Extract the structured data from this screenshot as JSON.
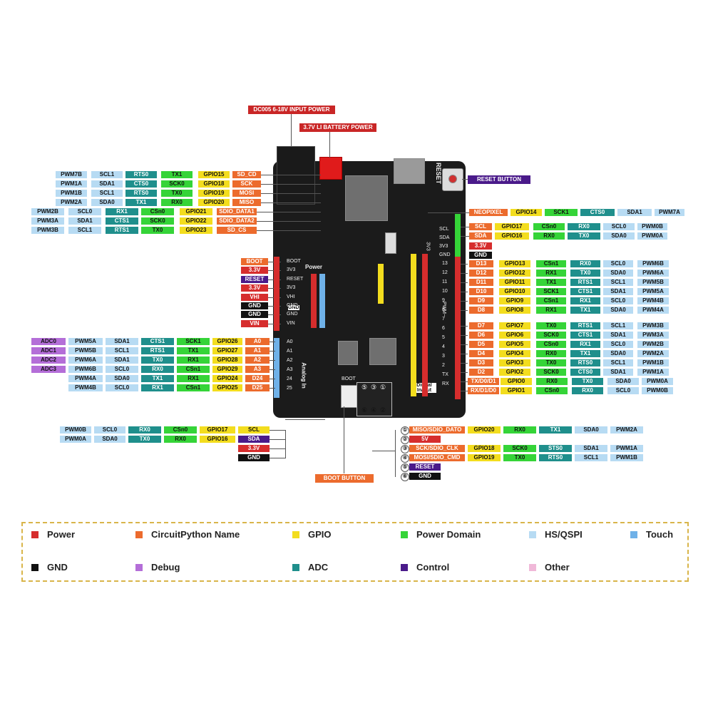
{
  "palette": {
    "power": "#d62d2d",
    "circuitpython": "#ec6b2d",
    "gpio": "#f3dd1e",
    "power_domain": "#35d438",
    "hs_qspi": "#b7dbf3",
    "touch": "#6fb1e8",
    "gnd": "#111111",
    "debug": "#b46ed8",
    "adc": "#1f8f8c",
    "control": "#4a1a8a",
    "other": "#f0b8d8"
  },
  "callouts": {
    "dc_input": "DC005 6-18V INPUT POWER",
    "battery": "3.7V LI BATTERY POWER",
    "reset_button": "RESET BUTTON",
    "boot_button": "BOOT BUTTON"
  },
  "board": {
    "silk_reset": "RESET",
    "silk_power": "Power",
    "silk_gnd": "GND",
    "silk_analog": "Analog In",
    "silk_digital": "Digital In/Out",
    "silk_boot": "BOOT",
    "silk_pwm": "PWM~",
    "silk_3v3": "3V3",
    "power_pins": [
      "BOOT",
      "3V3",
      "RESET",
      "3V3",
      "VHI",
      "GND",
      "GND",
      "VIN"
    ],
    "analog_pins": [
      "A0",
      "A1",
      "A2",
      "A3",
      "24",
      "25"
    ],
    "right_pins": [
      "13",
      "12",
      "11",
      "10",
      "9",
      "8",
      "7",
      "6",
      "5",
      "4",
      "3",
      "2",
      "TX",
      "RX"
    ],
    "top_right_pins": [
      "SCL",
      "SDA",
      "3V3",
      "GND"
    ]
  },
  "left_top_rows": [
    [
      "PWM7B",
      "SCL1",
      "RTS0",
      "TX1",
      "GPIO15",
      "SD_CD"
    ],
    [
      "PWM1A",
      "SDA1",
      "CTS0",
      "SCK0",
      "GPIO18",
      "SCK"
    ],
    [
      "PWM1B",
      "SCL1",
      "RTS0",
      "TX0",
      "GPIO19",
      "MOSI"
    ],
    [
      "PWM2A",
      "SDA0",
      "TX1",
      "RX0",
      "GPIO20",
      "MISO"
    ],
    [
      "PWM2B",
      "SCL0",
      "RX1",
      "CSn0",
      "GPIO21",
      "SDIO_DATA1"
    ],
    [
      "PWM3A",
      "SDA1",
      "CTS1",
      "SCK0",
      "GPIO22",
      "SDIO_DATA2"
    ],
    [
      "PWM3B",
      "SCL1",
      "RTS1",
      "TX0",
      "GPIO23",
      "SD_CS"
    ]
  ],
  "power_labels": [
    "BOOT",
    "3.3V",
    "RESET",
    "3.3V",
    "VHI",
    "GND",
    "GND",
    "VIN"
  ],
  "adc_rows": [
    [
      "ADC0",
      "PWM5A",
      "SDA1",
      "CTS1",
      "SCK1",
      "GPIO26",
      "A0"
    ],
    [
      "ADC1",
      "PWM5B",
      "SCL1",
      "RTS1",
      "TX1",
      "GPIO27",
      "A1"
    ],
    [
      "ADC2",
      "PWM6A",
      "SDA1",
      "TX0",
      "RX1",
      "GPIO28",
      "A2"
    ],
    [
      "ADC3",
      "PWM6B",
      "SCL0",
      "RX0",
      "CSn1",
      "GPIO29",
      "A3"
    ],
    [
      "",
      "PWM4A",
      "SDA0",
      "TX1",
      "RX1",
      "GPIO24",
      "D24"
    ],
    [
      "",
      "PWM4B",
      "SCL0",
      "RX1",
      "CSn1",
      "GPIO25",
      "D25"
    ]
  ],
  "right_top_rows": [
    [
      "NEOPIXEL",
      "GPIO14",
      "SCK1",
      "CTS0",
      "SDA1",
      "PWM7A"
    ],
    [
      "SCL",
      "GPIO17",
      "CSn0",
      "RX0",
      "SCL0",
      "PWM0B"
    ],
    [
      "SDA",
      "GPIO16",
      "RX0",
      "TX0",
      "SDA0",
      "PWM0A"
    ]
  ],
  "right_power_labels": [
    "3.3V",
    "GND"
  ],
  "digital_rows": [
    [
      "D13",
      "GPIO13",
      "CSn1",
      "RX0",
      "SCL0",
      "PWM6B"
    ],
    [
      "D12",
      "GPIO12",
      "RX1",
      "TX0",
      "SDA0",
      "PWM6A"
    ],
    [
      "D11",
      "GPIO11",
      "TX1",
      "RTS1",
      "SCL1",
      "PWM5B"
    ],
    [
      "D10",
      "GPIO10",
      "SCK1",
      "CTS1",
      "SDA1",
      "PWM5A"
    ],
    [
      "D9",
      "GPIO9",
      "CSn1",
      "RX1",
      "SCL0",
      "PWM4B"
    ],
    [
      "D8",
      "GPIO8",
      "RX1",
      "TX1",
      "SDA0",
      "PWM4A"
    ],
    [
      "D7",
      "GPIO7",
      "TX0",
      "RTS1",
      "SCL1",
      "PWM3B"
    ],
    [
      "D6",
      "GPIO6",
      "SCK0",
      "CTS1",
      "SDA1",
      "PWM3A"
    ],
    [
      "D5",
      "GPIO5",
      "CSn0",
      "RX1",
      "SCL0",
      "PWM2B"
    ],
    [
      "D4",
      "GPIO4",
      "RX0",
      "TX1",
      "SDA0",
      "PWM2A"
    ],
    [
      "D3",
      "GPIO3",
      "TX0",
      "RTS0",
      "SCL1",
      "PWM1B"
    ],
    [
      "D2",
      "GPIO2",
      "SCK0",
      "CTS0",
      "SDA1",
      "PWM1A"
    ],
    [
      "TX/D0/D1",
      "GPIO0",
      "RX0",
      "TX0",
      "SDA0",
      "PWM0A"
    ],
    [
      "RX/D1/D0",
      "GPIO1",
      "CSn0",
      "RX0",
      "SCL0",
      "PWM0B"
    ]
  ],
  "i2c_rows": [
    [
      "PWM0B",
      "SCL0",
      "RX0",
      "CSn0",
      "GPIO17",
      "SCL"
    ],
    [
      "PWM0A",
      "SDA0",
      "TX0",
      "RX0",
      "GPIO16",
      "SDA"
    ]
  ],
  "i2c_power": [
    "3.3V",
    "GND"
  ],
  "sd_rows": [
    [
      "①",
      "MISO/SDIO_DATO",
      "GPIO20",
      "RX0",
      "TX1",
      "SDA0",
      "PWM2A"
    ],
    [
      "②",
      "5V",
      "",
      "",
      "",
      "",
      ""
    ],
    [
      "③",
      "SCK/SDIO_CLK",
      "GPIO18",
      "SCK0",
      "STS0",
      "SDA1",
      "PWM1A"
    ],
    [
      "④",
      "MOSI/SDIO_CMD",
      "GPIO19",
      "TX0",
      "RTS0",
      "SCL1",
      "PWM1B"
    ],
    [
      "⑤",
      "RESET",
      "",
      "",
      "",
      "",
      ""
    ],
    [
      "⑥",
      "GND",
      "",
      "",
      "",
      "",
      ""
    ]
  ],
  "sd_header_numbers": [
    "⑤",
    "③",
    "①",
    "⑥",
    "④",
    "②"
  ],
  "legend": [
    {
      "label": "Power",
      "color": "#d62d2d"
    },
    {
      "label": "CircuitPython Name",
      "color": "#ec6b2d"
    },
    {
      "label": "GPIO",
      "color": "#f3dd1e"
    },
    {
      "label": "Power Domain",
      "color": "#35d438"
    },
    {
      "label": "HS/QSPI",
      "color": "#b7dbf3"
    },
    {
      "label": "Touch",
      "color": "#6fb1e8"
    },
    {
      "label": "GND",
      "color": "#111111"
    },
    {
      "label": "Debug",
      "color": "#b46ed8"
    },
    {
      "label": "ADC",
      "color": "#1f8f8c"
    },
    {
      "label": "Control",
      "color": "#4a1a8a"
    },
    {
      "label": "Other",
      "color": "#f0b8d8"
    }
  ]
}
